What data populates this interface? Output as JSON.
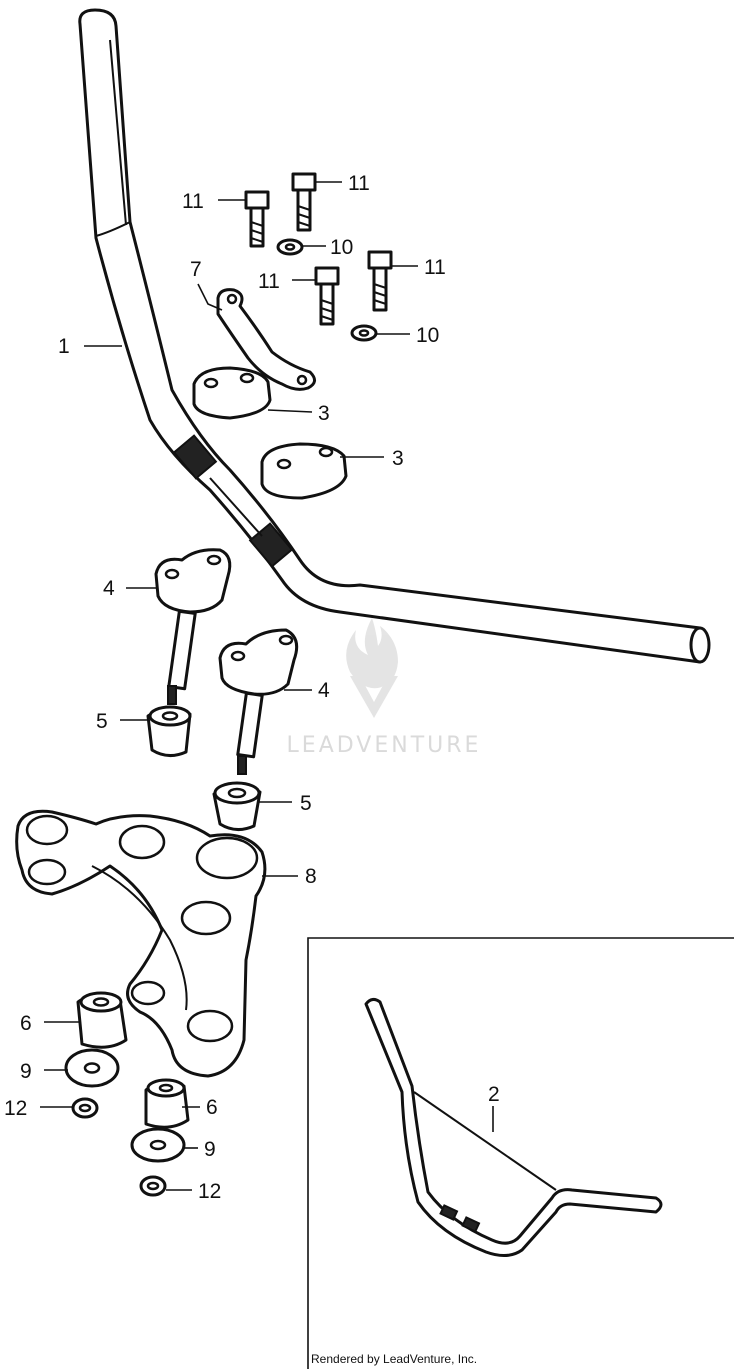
{
  "callouts": {
    "c1": "1",
    "c2": "2",
    "c3a": "3",
    "c3b": "3",
    "c4a": "4",
    "c4b": "4",
    "c5a": "5",
    "c5b": "5",
    "c6a": "6",
    "c6b": "6",
    "c7": "7",
    "c8": "8",
    "c9a": "9",
    "c9b": "9",
    "c10a": "10",
    "c10b": "10",
    "c11a": "11",
    "c11b": "11",
    "c11c": "11",
    "c11d": "11",
    "c12a": "12",
    "c12b": "12"
  },
  "watermark": {
    "text": "LEADVENTURE"
  },
  "credit": "Rendered by LeadVenture, Inc."
}
